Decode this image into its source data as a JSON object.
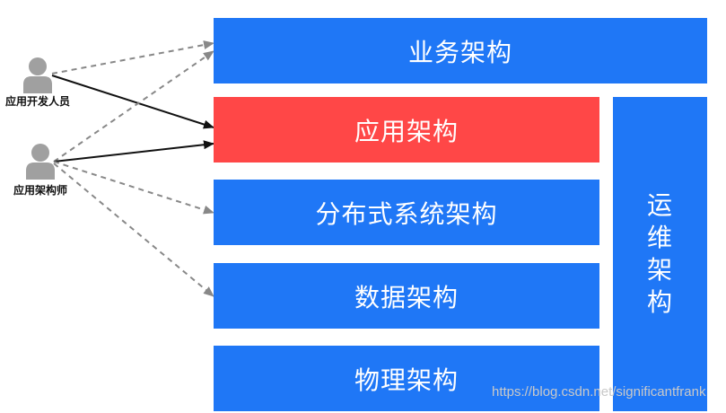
{
  "actors": [
    {
      "label": "应用开发人员"
    },
    {
      "label": "应用架构师"
    }
  ],
  "blocks": {
    "business": "业务架构",
    "application": "应用架构",
    "distributed": "分布式系统架构",
    "data": "数据架构",
    "physical": "物理架构",
    "operations": [
      "运",
      "维",
      "架",
      "构"
    ]
  },
  "colors": {
    "blue": "#1f77f6",
    "red": "#ff4747",
    "solid_arrow": "#111111",
    "dashed_arrow": "#888888"
  },
  "watermark": "https://blog.csdn.net/significantfrank"
}
